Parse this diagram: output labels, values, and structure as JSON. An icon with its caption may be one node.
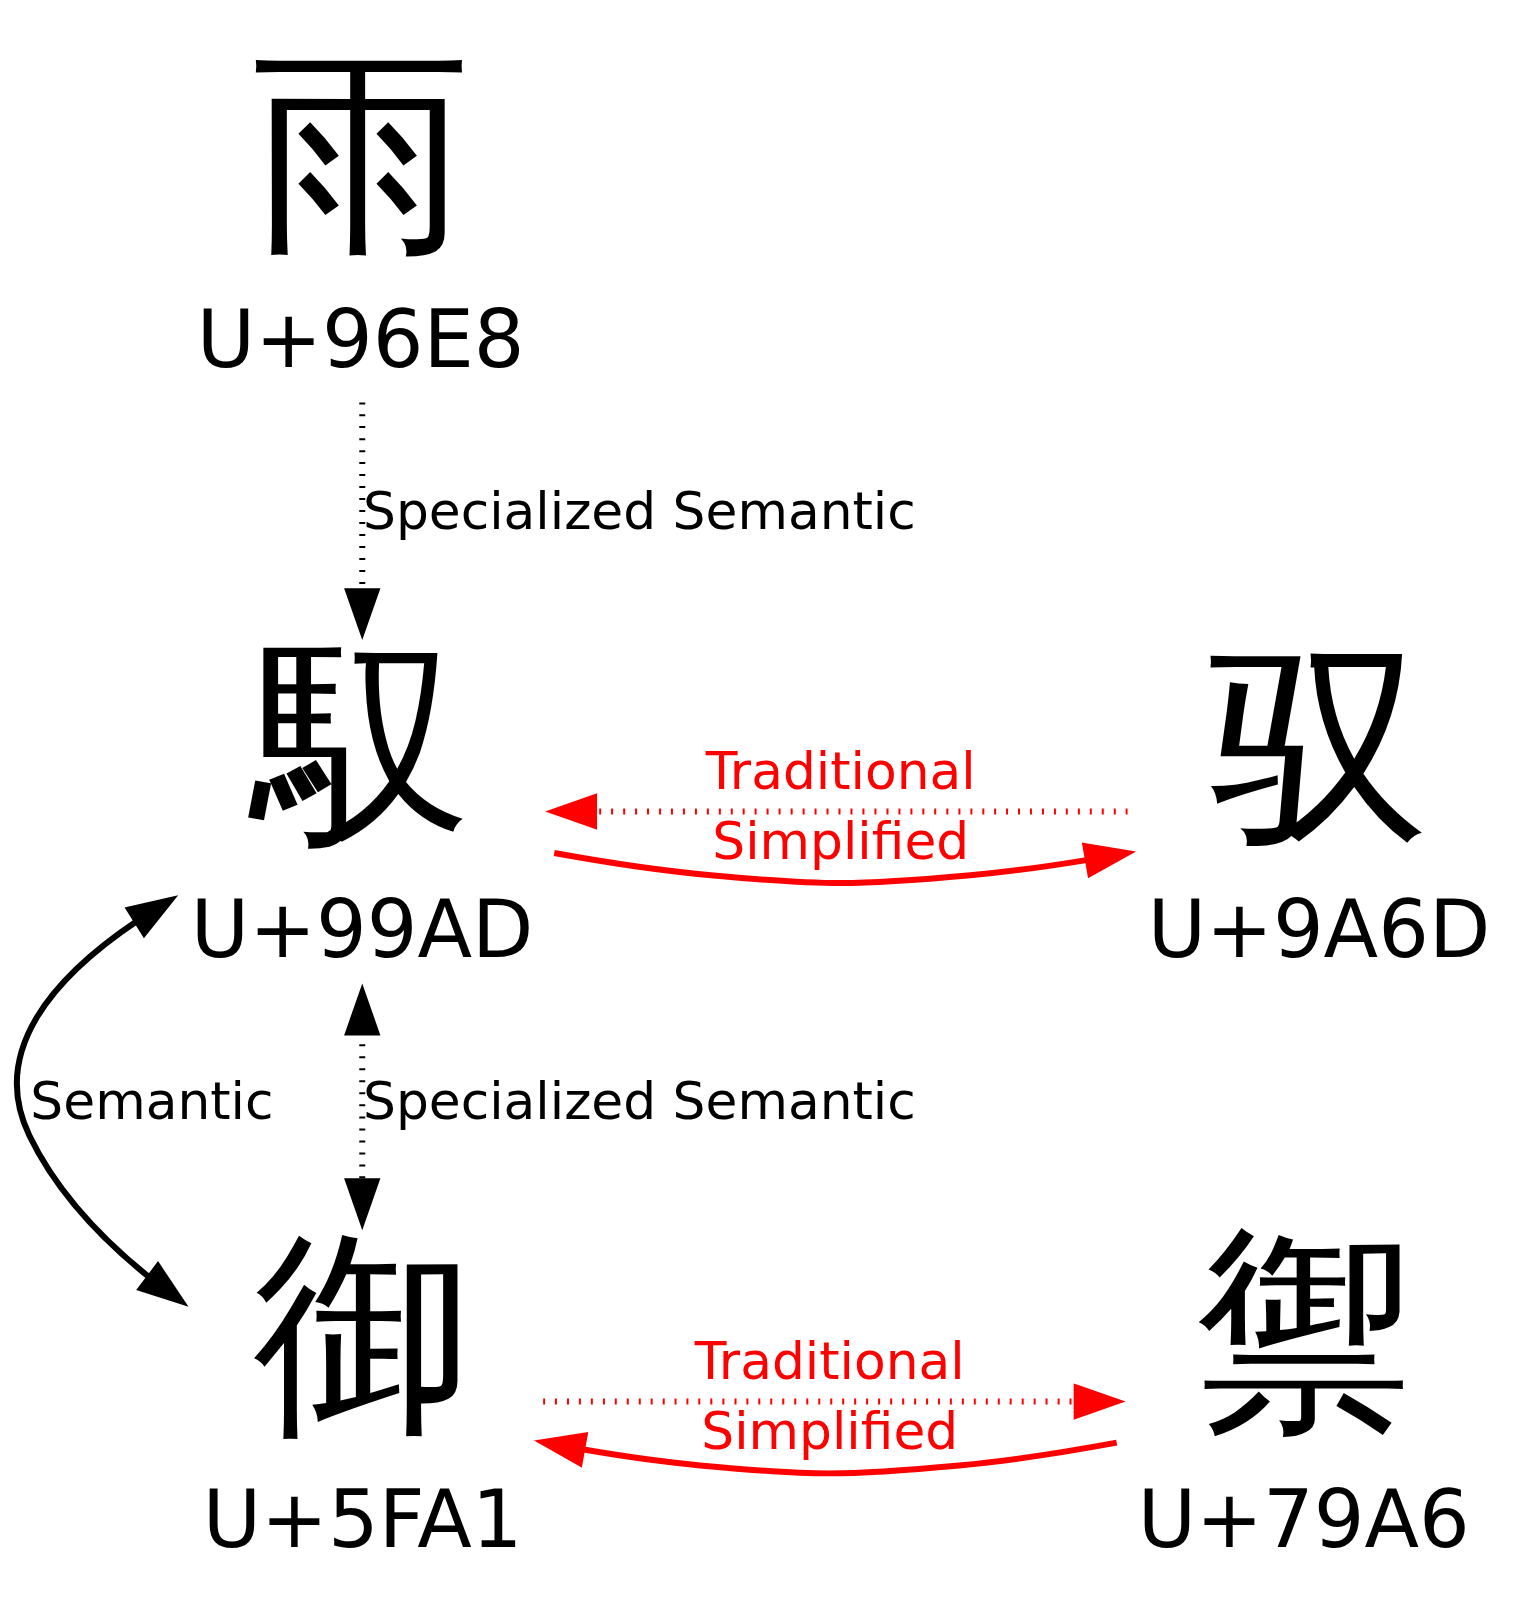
{
  "diagram": {
    "nodes": [
      {
        "text": [
          "雨",
          "U+96E8"
        ]
      },
      {
        "text": [
          "驭",
          "U+9A6D"
        ]
      },
      {
        "text": [
          "馭",
          "U+99AD"
        ]
      },
      {
        "text": [
          "禦",
          "U+79A6"
        ]
      },
      {
        "text": [
          "御",
          "U+5FA1"
        ]
      }
    ],
    "edges": [
      {
        "from": 0,
        "to": 2,
        "arrow": "to",
        "label": "Specialized Semantic",
        "style": "dashed",
        "color": "#000000"
      },
      {
        "from": 2,
        "to": 1,
        "arrow": "to",
        "label": "Simplified"
      },
      {
        "from": 1,
        "to": 2,
        "arrow": "to",
        "label": "Traditional",
        "style": "dashed"
      },
      {
        "from": 2,
        "to": 4,
        "arrow": "both",
        "label": "Semantic",
        "color": "#000000"
      },
      {
        "from": 2,
        "to": 4,
        "arrow": "both",
        "label": "Specialized Semantic",
        "style": "dashed",
        "color": "#000000"
      },
      {
        "from": 3,
        "to": 4,
        "arrow": "to",
        "label": "Simplified"
      },
      {
        "from": 4,
        "to": 3,
        "arrow": "to",
        "label": "Traditional",
        "style": "dashed"
      }
    ]
  }
}
